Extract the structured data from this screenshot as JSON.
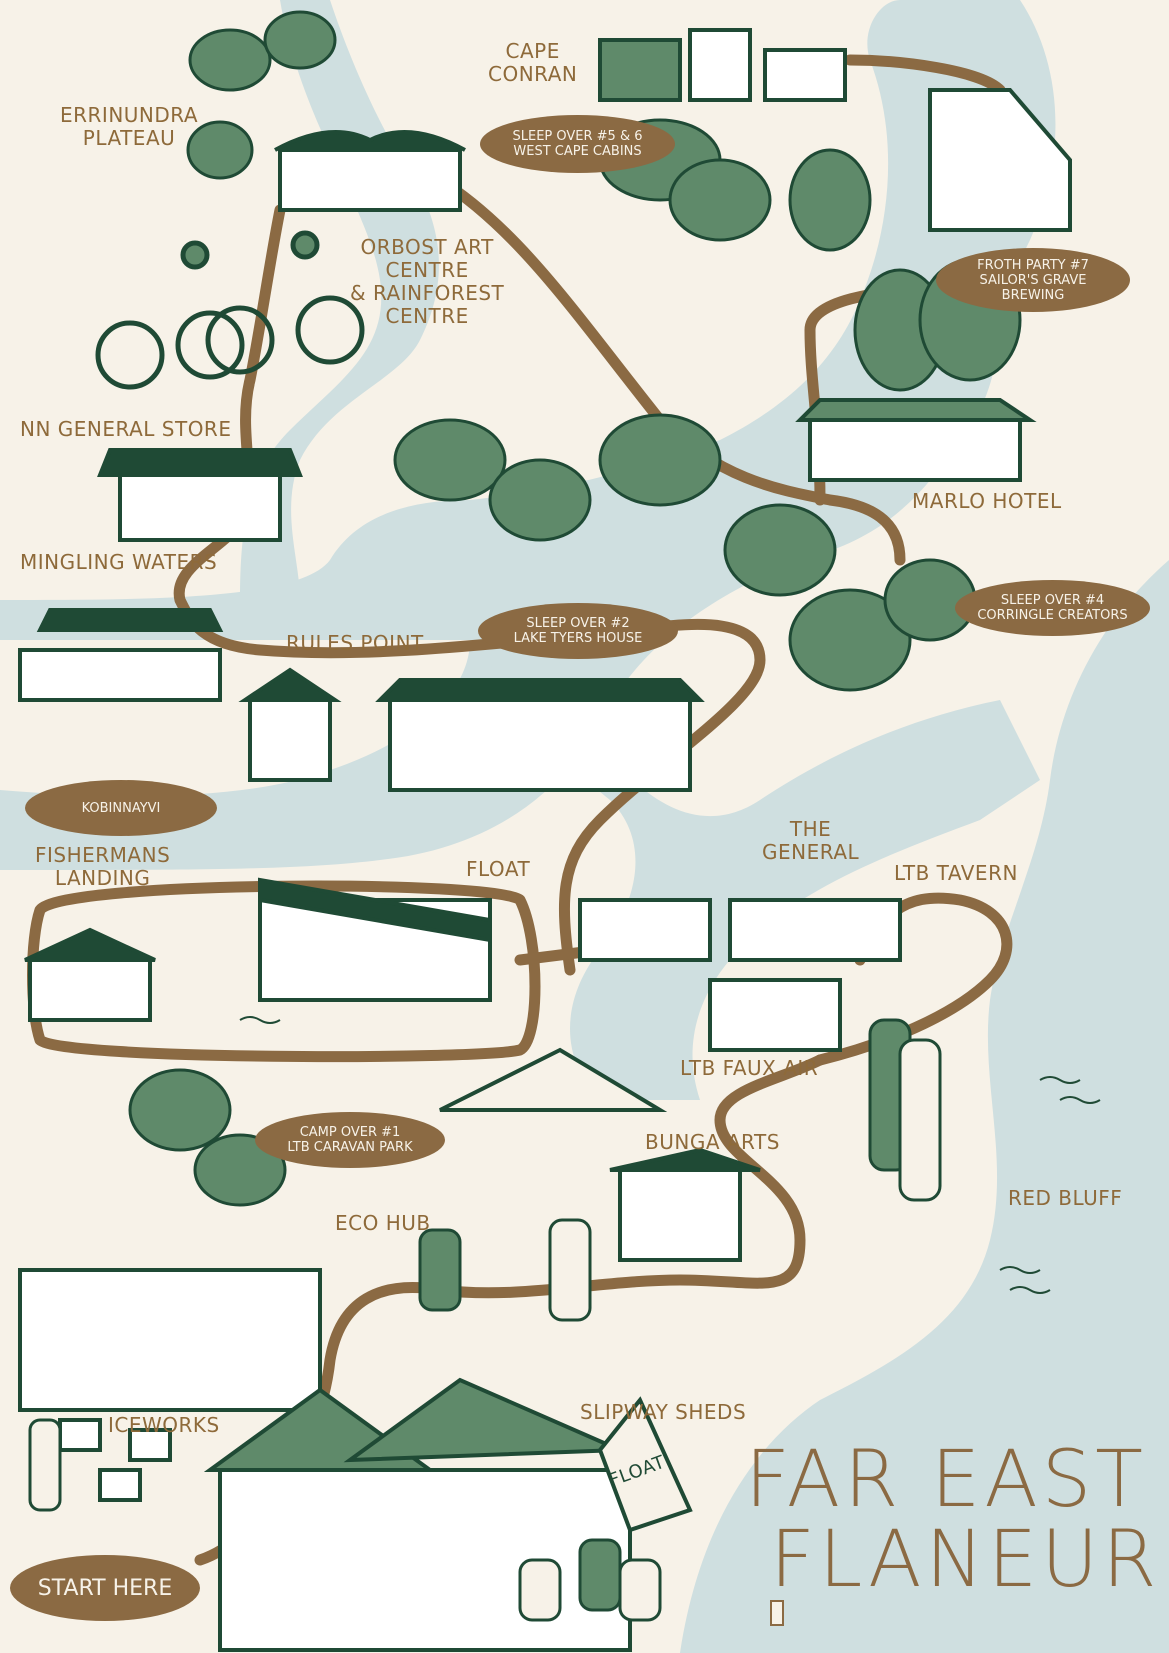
{
  "map": {
    "title_line1": "FAR EAST",
    "title_line2": "FLANEUR",
    "start": "START HERE",
    "colors": {
      "water": "#cfdfe0",
      "route": "#8b6a43",
      "ink": "#1f4a35",
      "green": "#5f8a6a",
      "paper": "#f7f2e8"
    },
    "places": {
      "cape_conran": [
        "CAPE",
        "CONRAN"
      ],
      "errinundra": [
        "ERRINUNDRA",
        "PLATEAU"
      ],
      "orbost": [
        "ORBOST ART",
        "CENTRE",
        "& RAINFOREST",
        "CENTRE"
      ],
      "nn_store": "NN GENERAL STORE",
      "mingling": "MINGLING WATERS",
      "rules_point": "RULES POINT",
      "marlo_hotel": "MARLO HOTEL",
      "fishermans": [
        "FISHERMANS",
        "LANDING"
      ],
      "float": "FLOAT",
      "the_general": [
        "THE",
        "GENERAL"
      ],
      "ltb_tavern": "LTB TAVERN",
      "ltb_faux_air": "LTB FAUX AIR",
      "bunga_arts": "BUNGA ARTS",
      "red_bluff": "RED BLUFF",
      "eco_hub": "ECO HUB",
      "iceworks": "ICEWORKS",
      "slipway": "SLIPWAY SHEDS",
      "sign": "FLOAT"
    },
    "stays": {
      "s56": [
        "SLEEP OVER #5 & 6",
        "WEST CAPE CABINS"
      ],
      "froth": [
        "FROTH PARTY #7",
        "SAILOR'S GRAVE",
        "BREWING"
      ],
      "s4": [
        "SLEEP OVER #4",
        "CORRINGLE CREATORS"
      ],
      "s2": [
        "SLEEP OVER #2",
        "LAKE TYERS HOUSE"
      ],
      "camp1": [
        "CAMP OVER #1",
        "LTB CARAVAN PARK"
      ],
      "blank": "KOBINNAYVI"
    }
  }
}
